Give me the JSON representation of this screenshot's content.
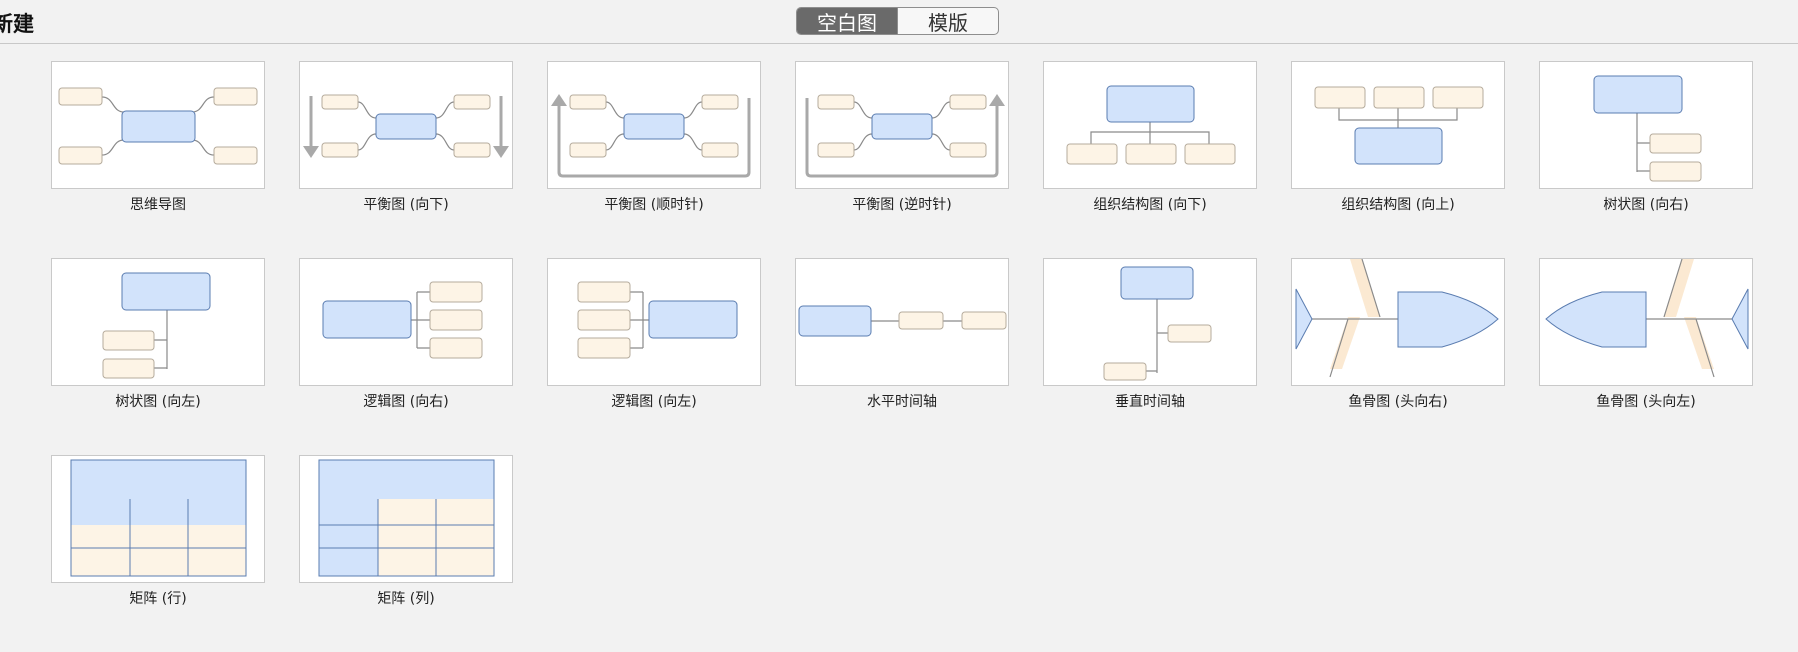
{
  "header": {
    "title": "新建",
    "segments": [
      {
        "label": "空白图",
        "active": true
      },
      {
        "label": "模版",
        "active": false
      }
    ]
  },
  "templates": [
    {
      "label": "思维导图",
      "icon": "mindmap-icon"
    },
    {
      "label": "平衡图 (向下)",
      "icon": "balance-down-icon"
    },
    {
      "label": "平衡图 (顺时针)",
      "icon": "balance-clockwise-icon"
    },
    {
      "label": "平衡图 (逆时针)",
      "icon": "balance-counterclockwise-icon"
    },
    {
      "label": "组织结构图 (向下)",
      "icon": "org-chart-down-icon"
    },
    {
      "label": "组织结构图 (向上)",
      "icon": "org-chart-up-icon"
    },
    {
      "label": "树状图 (向右)",
      "icon": "tree-right-icon"
    },
    {
      "label": "树状图 (向左)",
      "icon": "tree-left-icon"
    },
    {
      "label": "逻辑图 (向右)",
      "icon": "logic-right-icon"
    },
    {
      "label": "逻辑图 (向左)",
      "icon": "logic-left-icon"
    },
    {
      "label": "水平时间轴",
      "icon": "horizontal-timeline-icon"
    },
    {
      "label": "垂直时间轴",
      "icon": "vertical-timeline-icon"
    },
    {
      "label": "鱼骨图 (头向右)",
      "icon": "fishbone-right-icon"
    },
    {
      "label": "鱼骨图 (头向左)",
      "icon": "fishbone-left-icon"
    },
    {
      "label": "矩阵 (行)",
      "icon": "matrix-rows-icon"
    },
    {
      "label": "矩阵 (列)",
      "icon": "matrix-columns-icon"
    }
  ],
  "colors": {
    "central_fill": "#d2e3fb",
    "central_stroke": "#5a7cb0",
    "branch_fill": "#fdf4e6",
    "branch_stroke": "#b5ab9c",
    "line": "#8a8a8a",
    "fishbone_band": "#fbe9d2"
  }
}
